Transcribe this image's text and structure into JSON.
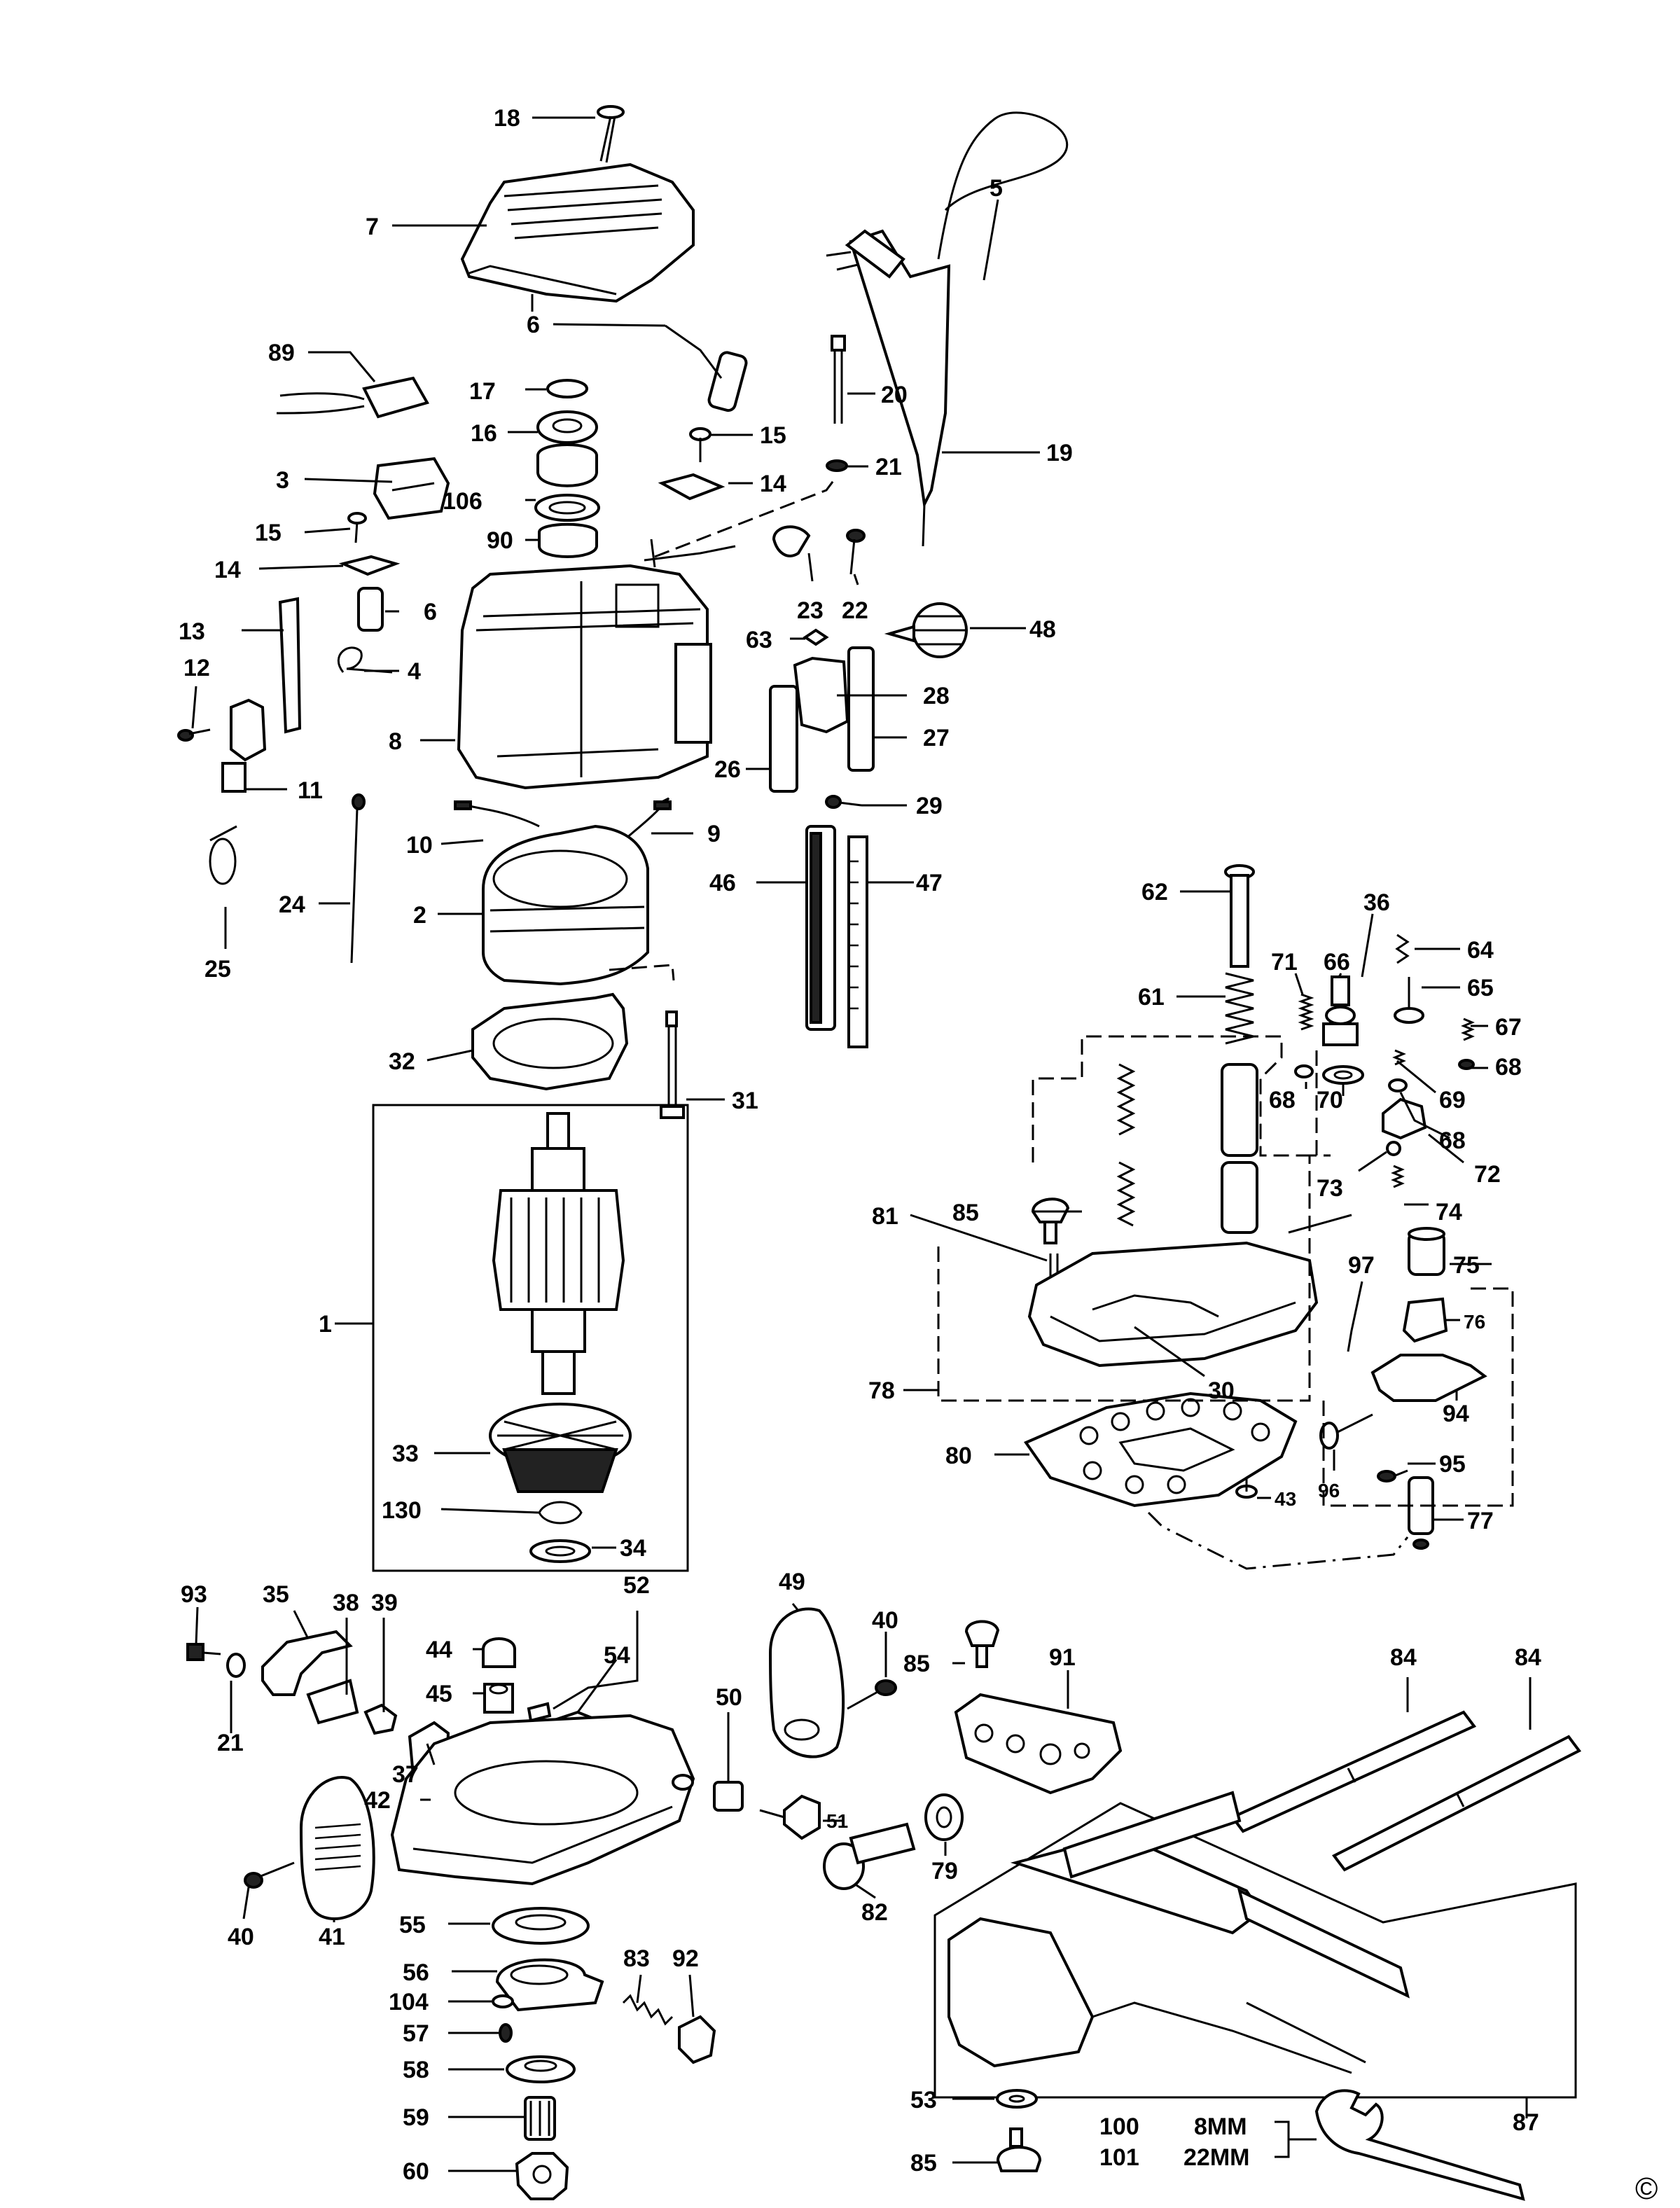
{
  "callouts": {
    "c18": "18",
    "c7": "7",
    "c5": "5",
    "c89": "89",
    "c6a": "6",
    "c17": "17",
    "c20": "20",
    "c16": "16",
    "c15a": "15",
    "c21a": "21",
    "c19": "19",
    "c3": "3",
    "c106": "106",
    "c14a": "14",
    "c15b": "15",
    "c90": "90",
    "c14b": "14",
    "c23": "23",
    "c22": "22",
    "c6b": "6",
    "c13": "13",
    "c48": "48",
    "c63": "63",
    "c4": "4",
    "c12": "12",
    "c28": "28",
    "c8": "8",
    "c27": "27",
    "c26": "26",
    "c11": "11",
    "c29": "29",
    "c10": "10",
    "c9": "9",
    "c24": "24",
    "c46": "46",
    "c47": "47",
    "c2": "2",
    "c25": "25",
    "c62": "62",
    "c36": "36",
    "c64": "64",
    "c71": "71",
    "c66": "66",
    "c65": "65",
    "c61": "61",
    "c67": "67",
    "c32": "32",
    "c68a": "68",
    "c31": "31",
    "c69": "69",
    "c68b": "68",
    "c70": "70",
    "c68c": "68",
    "c72": "72",
    "c73": "73",
    "c1": "1",
    "c74": "74",
    "c81": "81",
    "c85a": "85",
    "c75": "75",
    "c97": "97",
    "c76": "76",
    "c78": "78",
    "c30": "30",
    "c94": "94",
    "c80": "80",
    "c33": "33",
    "c95": "95",
    "c43": "43",
    "c96": "96",
    "c130": "130",
    "c77": "77",
    "c34": "34",
    "c93": "93",
    "c35": "35",
    "c38": "38",
    "c39": "39",
    "c52": "52",
    "c49": "49",
    "c40a": "40",
    "c44": "44",
    "c54": "54",
    "c85b": "85",
    "c91": "91",
    "c84a": "84",
    "c84b": "84",
    "c21b": "21",
    "c45": "45",
    "c50": "50",
    "c37": "37",
    "c42": "42",
    "c51": "51",
    "c82": "82",
    "c79": "79",
    "c40b": "40",
    "c41": "41",
    "c55": "55",
    "c56": "56",
    "c83": "83",
    "c92": "92",
    "c104": "104",
    "c57": "57",
    "c58": "58",
    "c59": "59",
    "c60": "60",
    "c53": "53",
    "c87": "87",
    "c85c": "85",
    "c100": "100",
    "c101": "101"
  },
  "sizes": {
    "s8mm": "8MM",
    "s22mm": "22MM"
  },
  "copyright": "©"
}
